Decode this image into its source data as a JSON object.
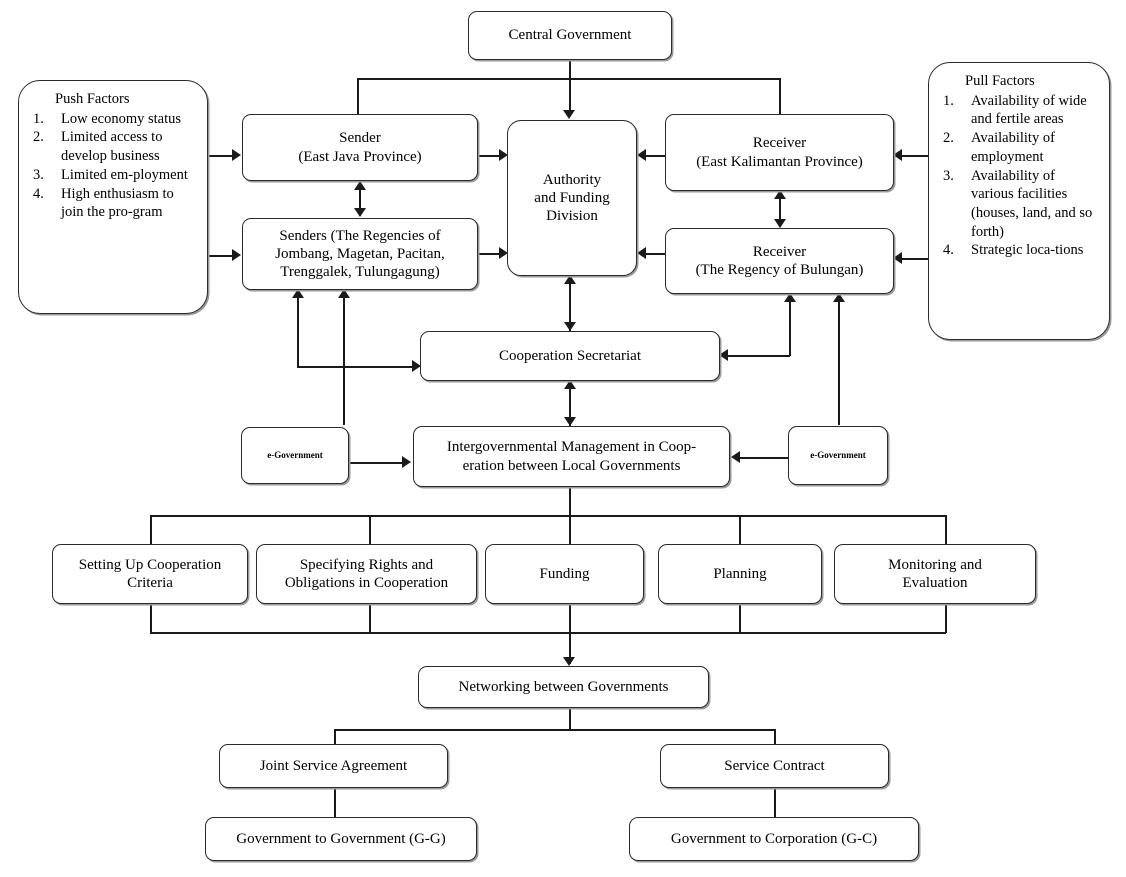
{
  "diagram": {
    "title": "Intergovernmental Management in Cooperation between Local Governments",
    "line_color": "#1a1a1a",
    "box_border_color": "#2b2b2b",
    "background": "#ffffff"
  },
  "push_factors": {
    "heading": "Push Factors",
    "items": [
      {
        "num": "1.",
        "text": "Low economy status"
      },
      {
        "num": "2.",
        "text": "Limited access to develop business"
      },
      {
        "num": "3.",
        "text": "Limited em-ployment"
      },
      {
        "num": "4.",
        "text": "High enthusiasm to join the pro-gram"
      }
    ]
  },
  "pull_factors": {
    "heading": "Pull Factors",
    "items": [
      {
        "num": "1.",
        "text": "Availability of wide and fertile areas"
      },
      {
        "num": "2.",
        "text": "Availability of employment"
      },
      {
        "num": "3.",
        "text": "Availability of various facilities (houses, land, and so forth)"
      },
      {
        "num": "4.",
        "text": "Strategic loca-tions"
      }
    ]
  },
  "nodes": {
    "central_government": "Central Government",
    "sender_province": "Sender\n(East Java Province)",
    "sender_province_l1": "Sender",
    "sender_province_l2": "(East Java Province)",
    "senders_regencies_l1": "Senders (The Regencies of",
    "senders_regencies_l2": "Jombang, Magetan, Pacitan,",
    "senders_regencies_l3": "Trenggalek, Tulungagung)",
    "authority_l1": "Authority",
    "authority_l2": "and Funding",
    "authority_l3": "Division",
    "receiver_province_l1": "Receiver",
    "receiver_province_l2": "(East Kalimantan Province)",
    "receiver_regency_l1": "Receiver",
    "receiver_regency_l2": "(The Regency of Bulungan)",
    "cooperation_secretariat": "Cooperation Secretariat",
    "egov_left": "e-Government",
    "egov_right": "e-Government",
    "igm_l1": "Intergovernmental Management in Coop-",
    "igm_l2": "eration between Local Governments",
    "networking": "Networking between Governments",
    "joint_service_agreement": "Joint Service Agreement",
    "service_contract": "Service Contract",
    "g2g": "Government to Government (G-G)",
    "g2c": "Government to Corporation   (G-C)"
  },
  "functions_row": [
    {
      "l1": "Setting Up Cooperation",
      "l2": "Criteria"
    },
    {
      "l1": "Specifying Rights and",
      "l2": "Obligations in Cooperation"
    },
    {
      "l1": "Funding",
      "l2": ""
    },
    {
      "l1": "Planning",
      "l2": ""
    },
    {
      "l1": "Monitoring and",
      "l2": "Evaluation"
    }
  ]
}
